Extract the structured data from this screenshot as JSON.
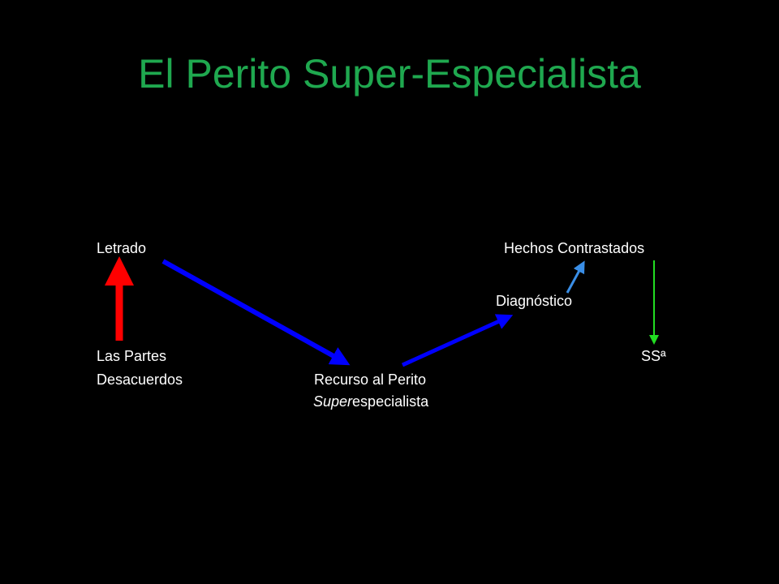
{
  "title": "El Perito Super-Especialista",
  "colors": {
    "background": "#000000",
    "title": "#1fa84f",
    "text": "#ffffff",
    "arrow_red": "#ff0000",
    "arrow_blue": "#0000ff",
    "arrow_lightblue": "#3a8ee6",
    "arrow_green": "#22dd22"
  },
  "nodes": {
    "letrado": "Letrado",
    "hechos": "Hechos Contrastados",
    "diagnostico": "Diagnóstico",
    "partes": "Las Partes",
    "ssa": "SSª",
    "desacuerdos": "Desacuerdos",
    "recurso": "Recurso al Perito",
    "super_italic": "Super",
    "super_rest": "especialista"
  },
  "edges": [
    {
      "from": "partes",
      "to": "letrado",
      "color": "red"
    },
    {
      "from": "letrado",
      "to": "recurso",
      "color": "blue"
    },
    {
      "from": "recurso",
      "to": "diagnostico",
      "color": "blue"
    },
    {
      "from": "diagnostico",
      "to": "hechos",
      "color": "lightblue"
    },
    {
      "from": "hechos",
      "to": "ssa",
      "color": "green"
    }
  ]
}
